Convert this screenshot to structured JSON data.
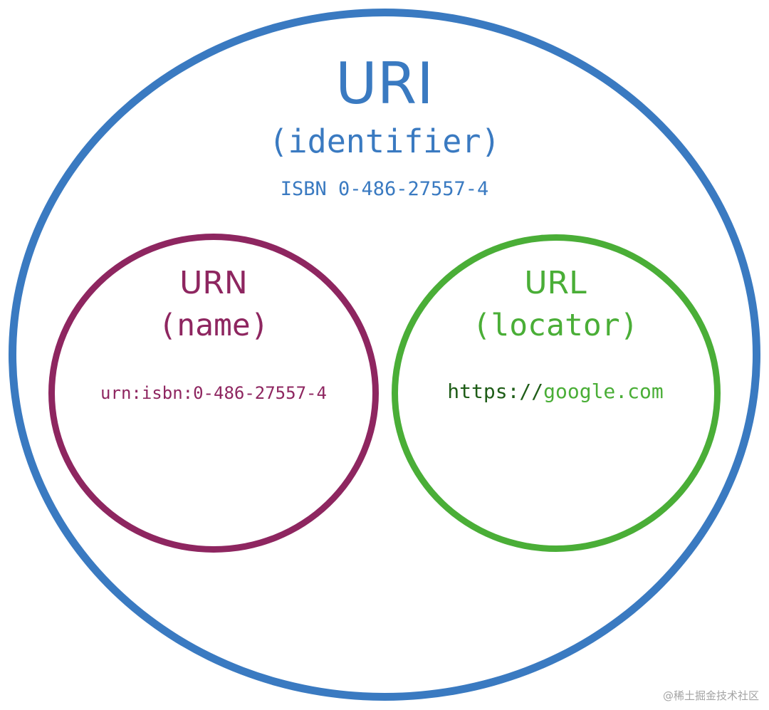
{
  "uri": {
    "title": "URI",
    "subtitle": "(identifier)",
    "example": "ISBN 0-486-27557-4",
    "color": "#3a7ac1"
  },
  "urn": {
    "title": "URN",
    "subtitle": "(name)",
    "example": "urn:isbn:0-486-27557-4",
    "color": "#8e2660"
  },
  "url": {
    "title": "URL",
    "subtitle": "(locator)",
    "example_scheme": "https://",
    "example_host": "google.com",
    "color": "#4aae37",
    "scheme_color": "#1f5d18"
  },
  "watermark": {
    "text": "@稀土掘金技术社区"
  }
}
